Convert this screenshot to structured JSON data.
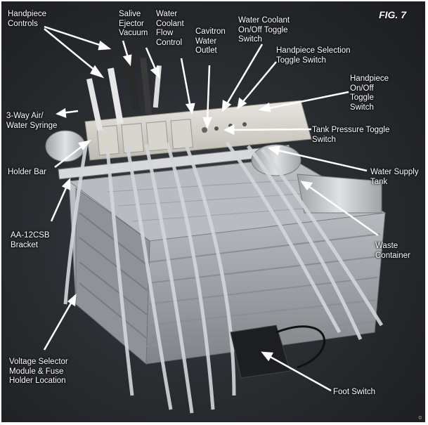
{
  "figure_label": "FIG. 7",
  "labels": {
    "handpiece_controls": "Handpiece\nControls",
    "saliva_ejector_vacuum": "Salive\nEjector\nVacuum",
    "water_coolant_flow_control": "Water\nCoolant\nFlow\nControl",
    "cavitron_water_outlet": "Cavitron\nWater\nOutlet",
    "water_coolant_toggle": "Water Coolant\nOn/Off Toggle\nSwitch",
    "handpiece_selection_toggle": "Handpiece Selection\nToggle Switch",
    "handpiece_onoff_toggle": "Handpiece\nOn/Off\nToggle\nSwitch",
    "three_way_syringe": "3-Way Air/\nWater Syringe",
    "tank_pressure_toggle": "Tank Pressure Toggle\nSwitch",
    "holder_bar": "Holder Bar",
    "water_supply_tank": "Water Supply\nTank",
    "bracket": "AA-12CSB\nBracket",
    "waste_container": "Waste\nContainer",
    "voltage_selector": "Voltage Selector\nModule & Fuse\nHolder Location",
    "foot_switch": "Foot Switch"
  },
  "copyright": "©"
}
